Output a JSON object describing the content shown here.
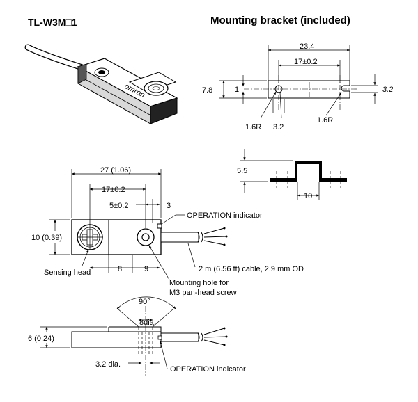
{
  "titles": {
    "model": "TL-W3M□1",
    "bracket": "Mounting bracket (included)"
  },
  "bracket_top": {
    "width_total": "23.4",
    "hole_pitch": "17±0.2",
    "height": "7.8",
    "one": "1",
    "slot_dim": "3.2",
    "radius_left": "1.6R",
    "hole_dia": "3.2",
    "radius_right": "1.6R"
  },
  "bracket_side": {
    "height": "5.5",
    "width": "10"
  },
  "top_view": {
    "length": "27 (1.06)",
    "hole_pitch": "17±0.2",
    "indicator_offset": "5±0.2",
    "three": "3",
    "height": "10 (0.39)",
    "dim_8": "8",
    "dim_9": "9",
    "operation_indicator": "OPERATION indicator",
    "sensing_head": "Sensing head",
    "cable": "2 m (6.56 ft) cable, 2.9 mm OD",
    "mounting_hole_1": "Mounting hole for",
    "mounting_hole_2": "M3 pan-head screw"
  },
  "side_view": {
    "angle": "90°",
    "dia8": "8dia.",
    "height": "6 (0.24)",
    "dia32": "3.2 dia.",
    "operation_indicator": "OPERATION indicator"
  },
  "sensor_label": "omron"
}
